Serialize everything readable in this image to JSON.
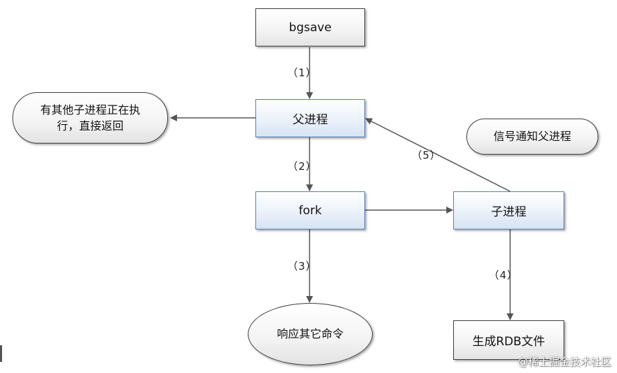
{
  "nodes": {
    "bgsave": "bgsave",
    "parent": "父进程",
    "fork": "fork",
    "child": "子进程",
    "other_line1": "有其他子进程正在执",
    "other_line2": "行，直接返回",
    "signal": "信号通知父进程",
    "respond": "响应其它命令",
    "rdb": "生成RDB文件"
  },
  "steps": {
    "s1": "（1）",
    "s2": "（2）",
    "s3": "（3）",
    "s4": "（4）",
    "s5": "（5）"
  },
  "watermark": "@稀土掘金技术社区",
  "colors": {
    "box_border": "#3f3f3f",
    "blue_border": "#5b7fb4",
    "arrow": "#555555"
  }
}
